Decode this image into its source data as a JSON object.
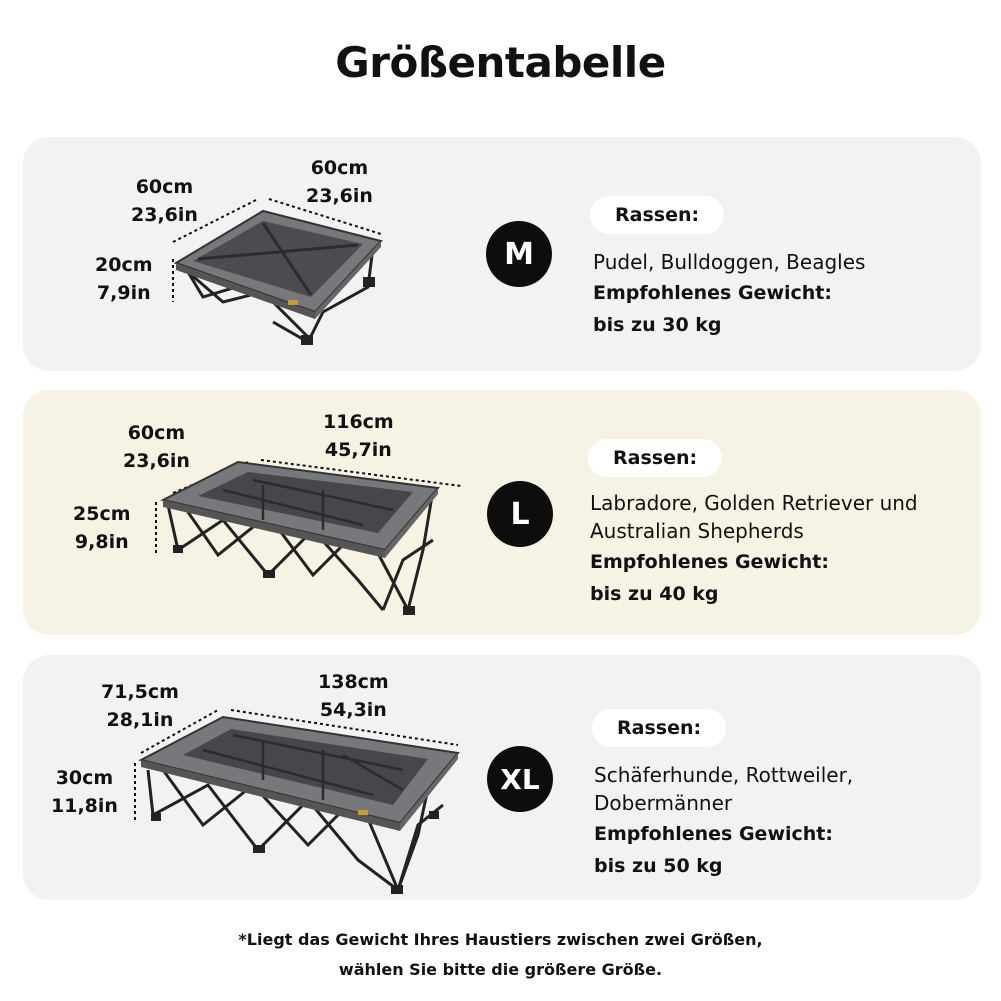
{
  "title": "Größentabelle",
  "accent_colors": {
    "card_gray": "#f2f2f2",
    "card_cream": "#f6f3e4",
    "badge": "#0d0d0d",
    "bed_fabric": "#6d6f72",
    "mesh": "#3f4144"
  },
  "sizes": [
    {
      "badge": "M",
      "depth_cm": "60cm",
      "depth_in": "23,6in",
      "width_cm": "60cm",
      "width_in": "23,6in",
      "height_cm": "20cm",
      "height_in": "7,9in",
      "breeds_label": "Rassen:",
      "breeds": "Pudel, Bulldoggen, Beagles",
      "weight_label": "Empfohlenes Gewicht:",
      "weight": "bis zu 30 kg"
    },
    {
      "badge": "L",
      "depth_cm": "60cm",
      "depth_in": "23,6in",
      "width_cm": "116cm",
      "width_in": "45,7in",
      "height_cm": "25cm",
      "height_in": "9,8in",
      "breeds_label": "Rassen:",
      "breeds_line1": "Labradore, Golden Retriever und",
      "breeds_line2": "Australian Shepherds",
      "weight_label": "Empfohlenes Gewicht:",
      "weight": "bis zu 40 kg"
    },
    {
      "badge": "XL",
      "depth_cm": "71,5cm",
      "depth_in": "28,1in",
      "width_cm": "138cm",
      "width_in": "54,3in",
      "height_cm": "30cm",
      "height_in": "11,8in",
      "breeds_label": "Rassen:",
      "breeds_line1": "Schäferhunde, Rottweiler,",
      "breeds_line2": "Dobermänner",
      "weight_label": "Empfohlenes Gewicht:",
      "weight": "bis zu 50 kg"
    }
  ],
  "footnote_line1": "*Liegt das Gewicht Ihres Haustiers zwischen zwei Größen,",
  "footnote_line2": "wählen Sie bitte die größere Größe."
}
